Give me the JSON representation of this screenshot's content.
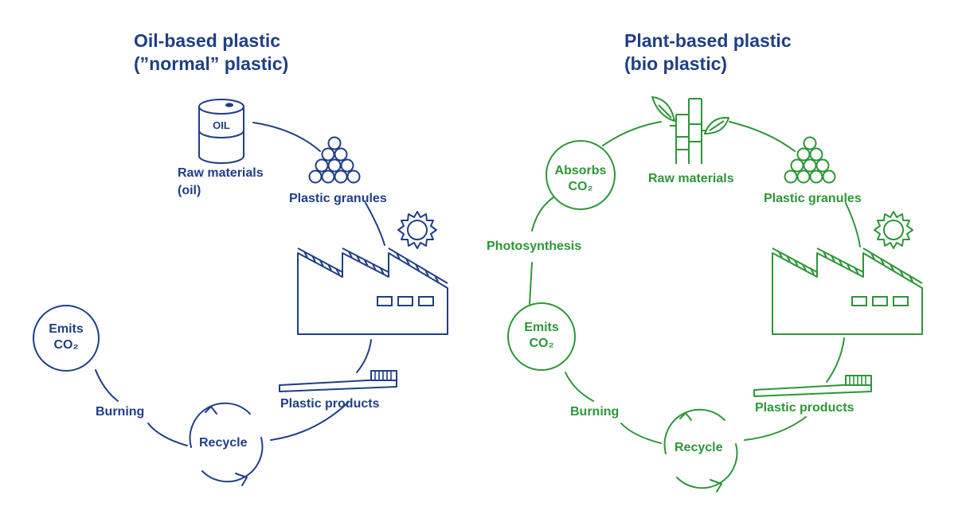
{
  "left": {
    "title_line1": "Oil-based plastic",
    "title_line2": "(”normal” plastic)",
    "barrel_text": "OIL",
    "raw_materials_line1": "Raw materials",
    "raw_materials_line2": "(oil)",
    "granules": "Plastic granules",
    "products": "Plastic products",
    "recycle": "Recycle",
    "burning": "Burning",
    "emits_line1": "Emits",
    "emits_line2": "CO₂"
  },
  "right": {
    "title_line1": "Plant-based plastic",
    "title_line2": "(bio plastic)",
    "raw_materials": "Raw materials",
    "granules": "Plastic granules",
    "products": "Plastic products",
    "recycle": "Recycle",
    "burning": "Burning",
    "emits_line1": "Emits",
    "emits_line2": "CO₂",
    "absorbs_line1": "Absorbs",
    "absorbs_line2": "CO₂",
    "photosynthesis": "Photosynthesis"
  },
  "colors": {
    "oil_cycle": "#1f3f86",
    "bio_cycle": "#2d9638",
    "titles": "#1f3f86"
  },
  "icons": [
    "oil-barrel-icon",
    "plastic-granules-icon",
    "sun-icon",
    "factory-icon",
    "toothbrush-icon",
    "recycle-arrows-icon",
    "plant-stalk-icon"
  ]
}
